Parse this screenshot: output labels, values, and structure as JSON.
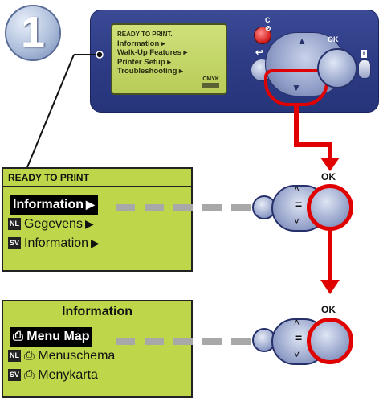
{
  "step": {
    "number": "1"
  },
  "panel": {
    "lcd_lines": [
      "READY TO PRINT.",
      "Information",
      "Walk-Up Features",
      "Printer Setup",
      "Troubleshooting"
    ],
    "cmyk_label": "CMYK",
    "ok_label": "OK",
    "cancel_symbol": "C/⊘",
    "back_symbol": "↩",
    "info_symbol": "i"
  },
  "screen1": {
    "title": "READY TO PRINT",
    "selected": "Information",
    "items": [
      {
        "lang": "NL",
        "label": "Gegevens"
      },
      {
        "lang": "SV",
        "label": "Information"
      }
    ],
    "ok_label": "OK"
  },
  "screen2": {
    "title": "Information",
    "selected": "Menu Map",
    "items": [
      {
        "lang": "NL",
        "label": "Menuschema"
      },
      {
        "lang": "SV",
        "label": "Menykarta"
      }
    ],
    "ok_label": "OK"
  },
  "colors": {
    "highlight": "#e00000",
    "lcd_green": "#bdd64a",
    "panel_blue": "#2e3c86"
  }
}
